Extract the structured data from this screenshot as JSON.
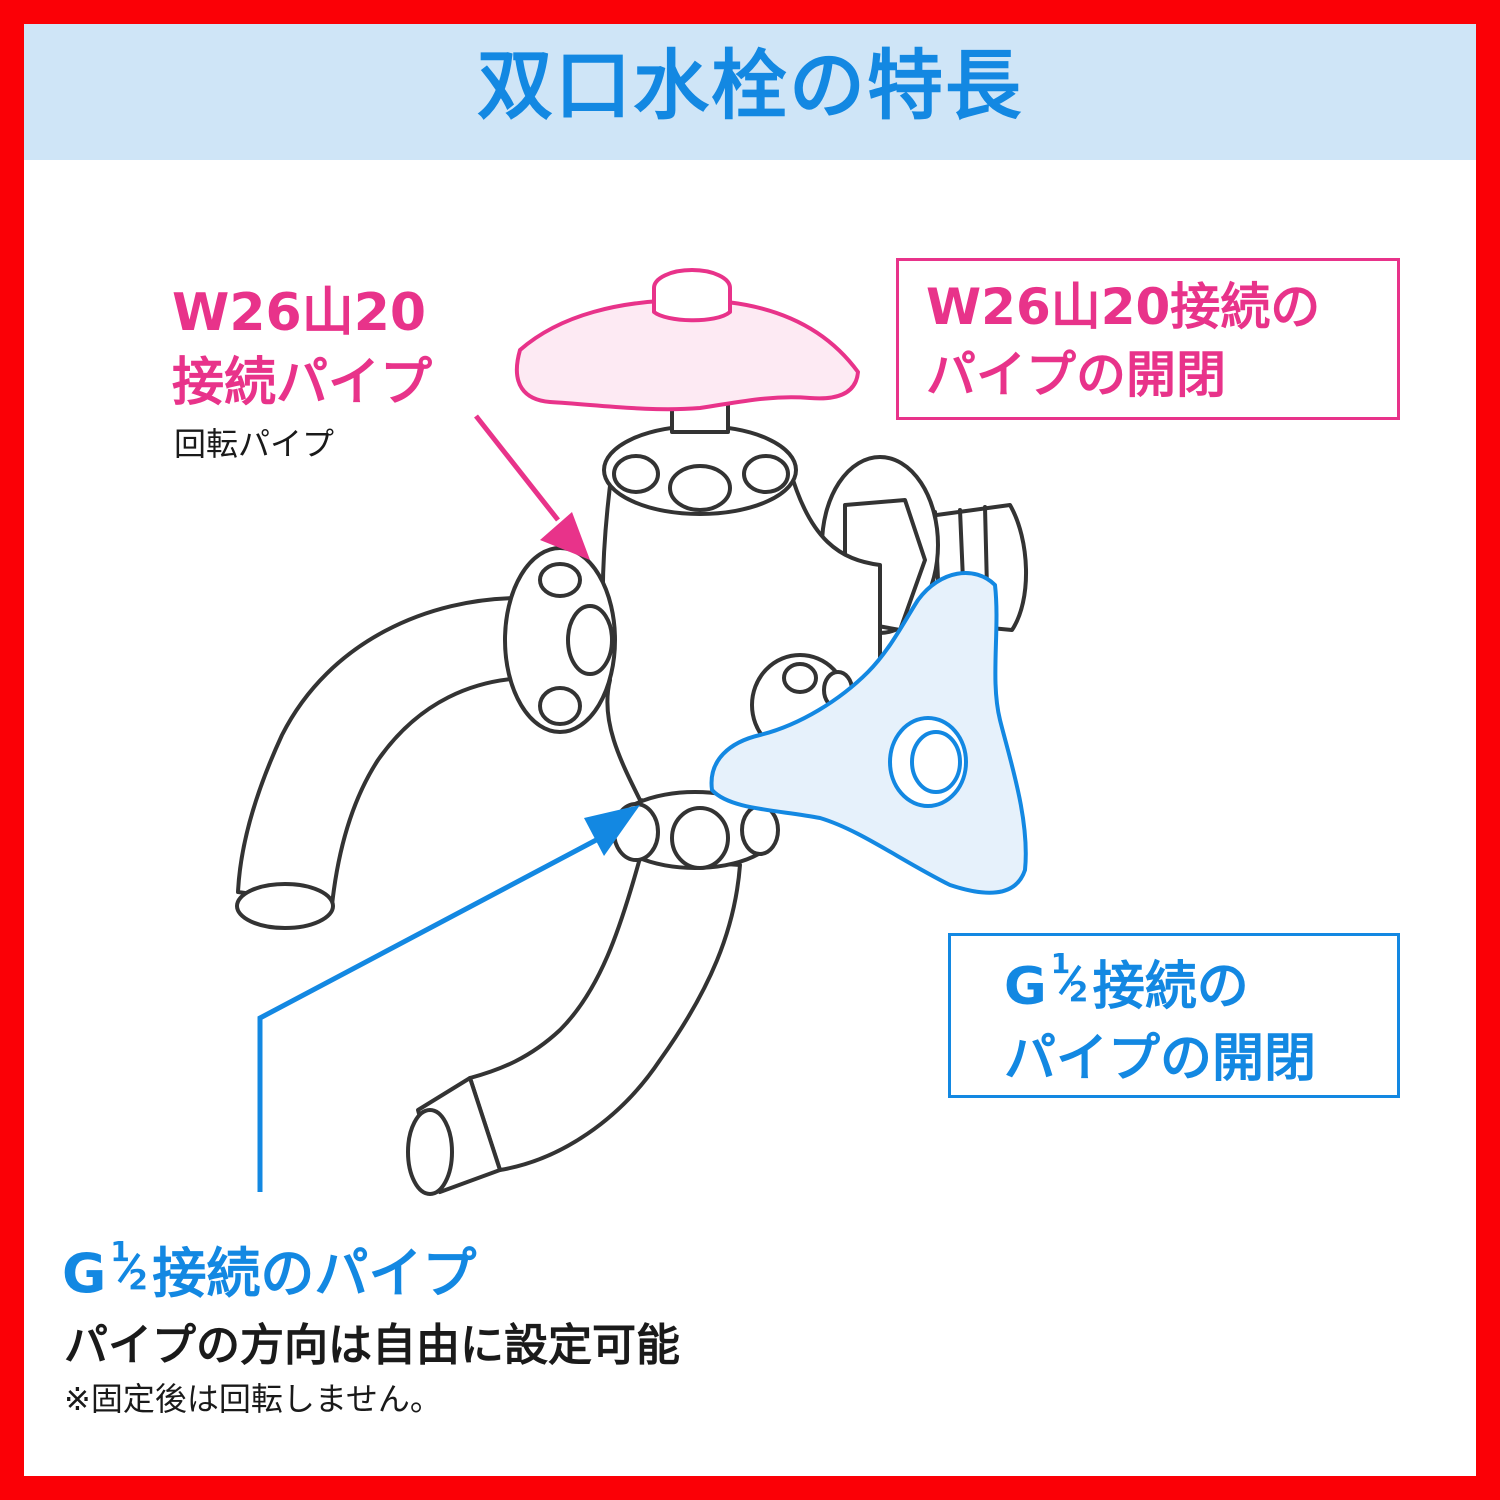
{
  "title": "双口水栓の特長",
  "labels": {
    "w26_pipe": {
      "line1": "W26山20",
      "line2": "接続パイプ",
      "note": "回転パイプ"
    },
    "w26_valve": {
      "line1": "W26山20接続の",
      "line2": "パイプの開閉"
    },
    "g_valve": {
      "line1_prefix": "G",
      "frac_num": "1",
      "frac_den": "2",
      "line1_suffix": "接続の",
      "line2": "パイプの開閉"
    },
    "g_pipe": {
      "head_prefix": "G",
      "frac_num": "1",
      "frac_den": "2",
      "head_suffix": "接続のパイプ",
      "sub": "パイプの方向は自由に設定可能",
      "note": "※固定後は回転しません。"
    }
  },
  "colors": {
    "frame": "#fb0006",
    "banner": "#cfe5f7",
    "title": "#1388e2",
    "pink_accent": "#e8338a",
    "blue_accent": "#1388e2",
    "handle_fill_pink": "#fdeaf3",
    "handle_fill_blue": "#e6f1fb",
    "line": "#333333"
  },
  "icons": {
    "faucet": "dual-outlet-faucet-illustration",
    "pink_arrow": "arrow-down-right",
    "blue_arrow": "arrow-up-right"
  }
}
